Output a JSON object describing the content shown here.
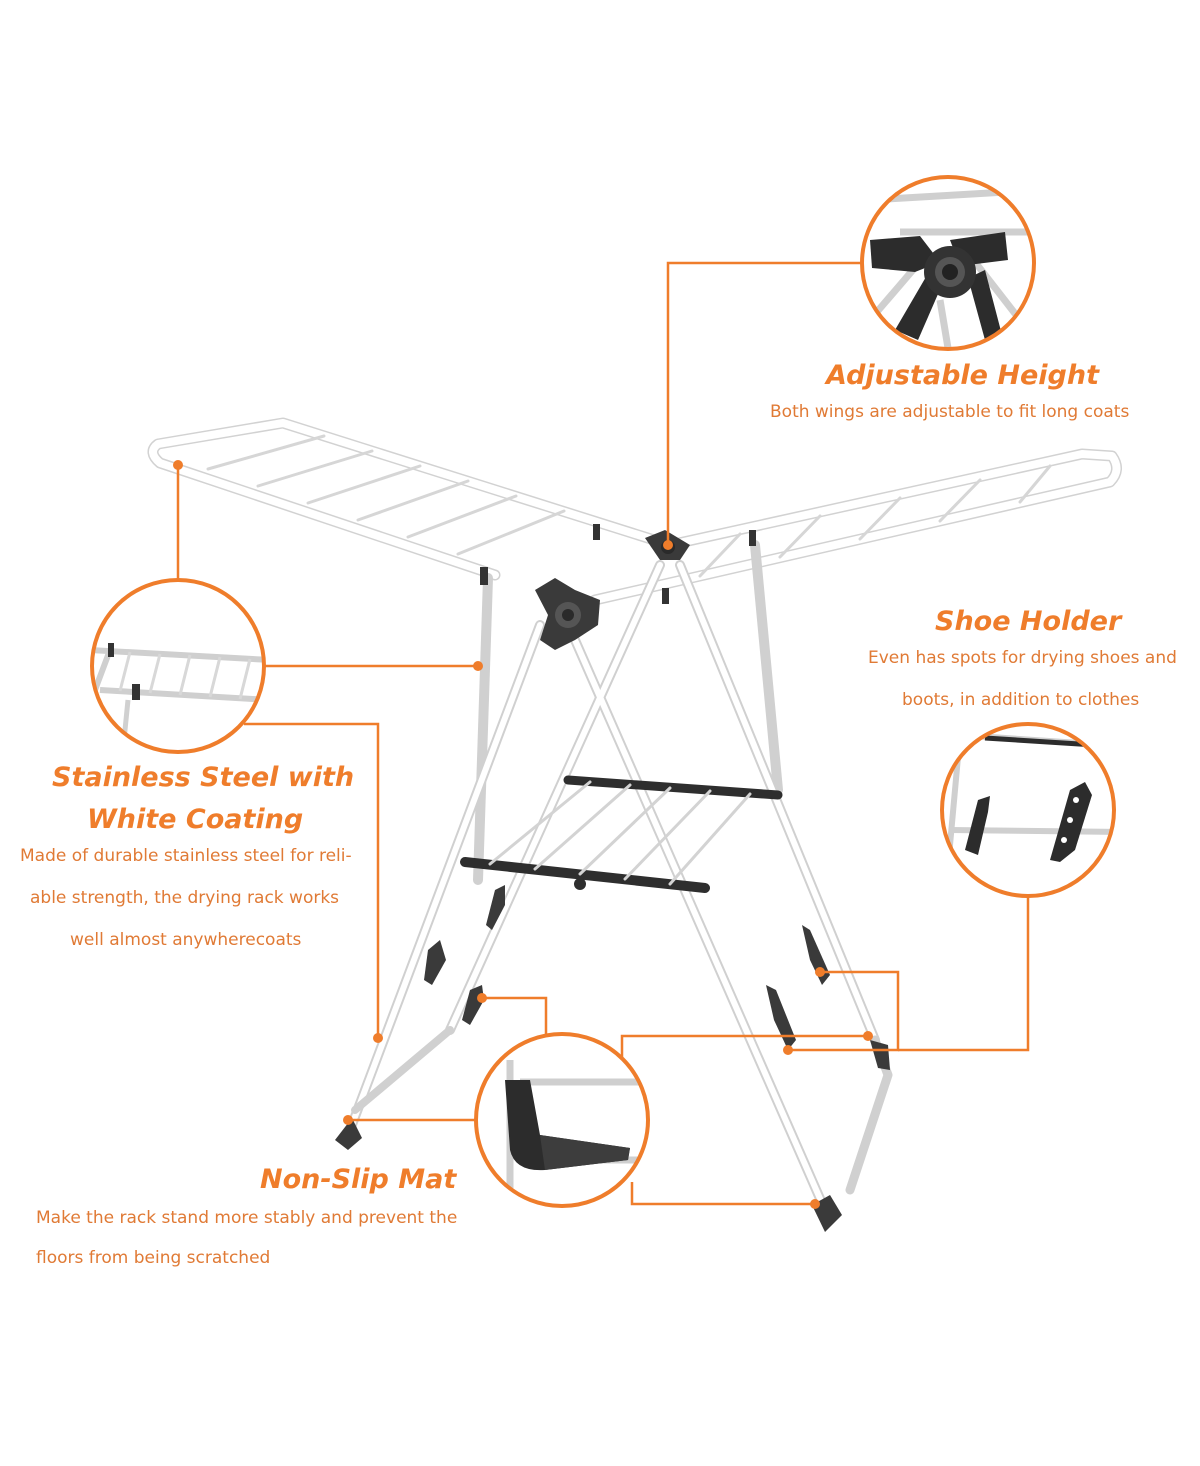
{
  "accent_color": "#ef7d2b",
  "features": {
    "adjustable_height": {
      "title": "Adjustable Height",
      "description": "Both wings are adjustable to fit long coats"
    },
    "shoe_holder": {
      "title": "Shoe Holder",
      "description_line1": "Even has spots for drying shoes and",
      "description_line2": "boots, in addition to clothes"
    },
    "stainless_steel": {
      "title_line1": "Stainless Steel with",
      "title_line2": "White Coating",
      "description_line1": "Made of durable stainless steel for reli-",
      "description_line2": "able strength, the drying rack works",
      "description_line3": "well almost anywherecoats"
    },
    "non_slip_mat": {
      "title": "Non-Slip Mat",
      "description_line1": "Make the rack stand more stably and prevent the",
      "description_line2": "floors from being scratched"
    }
  },
  "icons": [
    "drying-rack-illustration",
    "hinge-detail-icon",
    "wing-rail-detail-icon",
    "shoe-holder-detail-icon",
    "foot-mat-detail-icon"
  ]
}
